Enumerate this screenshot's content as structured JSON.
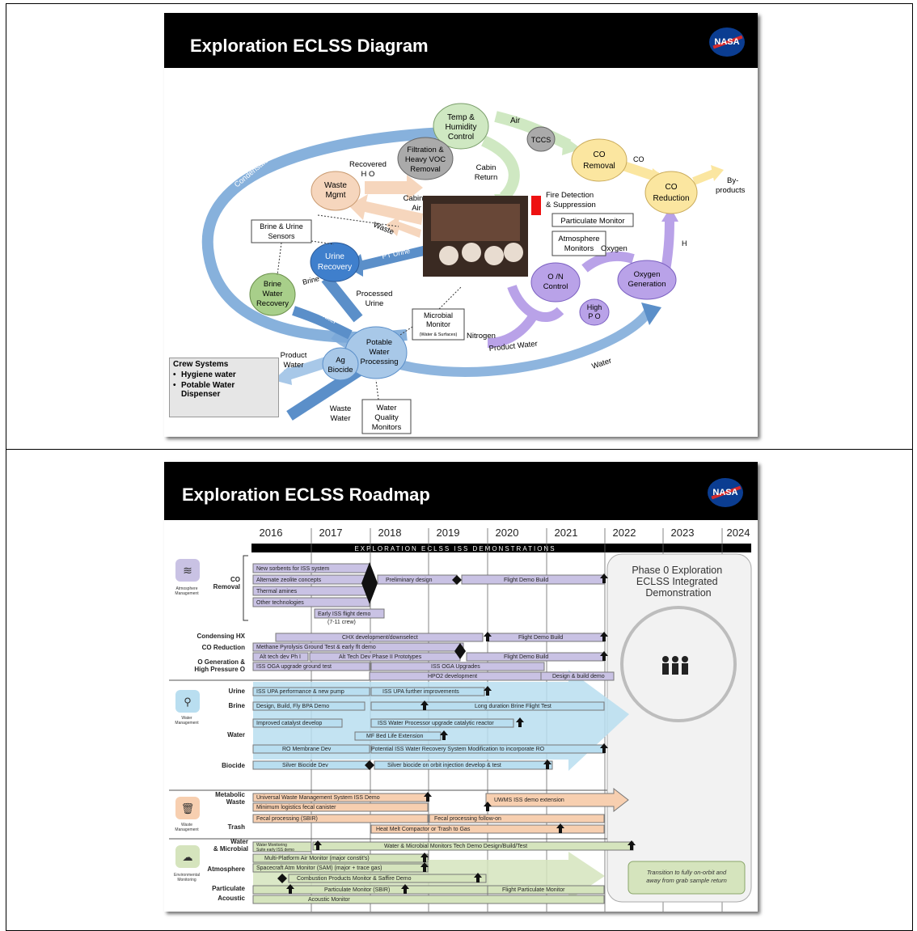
{
  "diagram_slide": {
    "title": "Exploration ECLSS Diagram",
    "logo": "NASA",
    "nodes": {
      "temp_humidity": [
        "Temp &",
        "Humidity",
        "Control"
      ],
      "tccs": "TCCS",
      "co2_removal": [
        "CO",
        "Removal"
      ],
      "co2_reduction": [
        "CO",
        "Reduction"
      ],
      "filtration": [
        "Filtration &",
        "Heavy VOC",
        "Removal"
      ],
      "waste_mgmt": [
        "Waste",
        "Mgmt"
      ],
      "brine_urine_sensors": [
        "Brine & Urine",
        "Sensors"
      ],
      "urine_recovery": [
        "Urine",
        "Recovery"
      ],
      "brine_water_recovery": [
        "Brine",
        "Water",
        "Recovery"
      ],
      "potable_water": [
        "Potable",
        "Water",
        "Processing"
      ],
      "ag_biocide": [
        "Ag",
        "Biocide"
      ],
      "water_quality": [
        "Water",
        "Quality",
        "Monitors"
      ],
      "microbial_monitor": [
        "Microbial",
        "Monitor"
      ],
      "microbial_sub": "(Water & Surfaces)",
      "particulate_monitor": "Particulate Monitor",
      "atmosphere_monitors": [
        "Atmosphere",
        "Monitors"
      ],
      "o2n2_control": [
        "O /N",
        "Control"
      ],
      "high_po2": [
        "High",
        "P O"
      ],
      "oxygen_generation": [
        "Oxygen",
        "Generation"
      ]
    },
    "labels": {
      "air": "Air",
      "co2": "CO",
      "byproducts": [
        "By-",
        "products"
      ],
      "h2": "H",
      "oxygen": "Oxygen",
      "nitrogen": "Nitrogen",
      "product_water": "Product Water",
      "water": "Water",
      "condensate": "Condensate",
      "recovered_h2o": [
        "Recovered",
        "H O"
      ],
      "cabin_return": [
        "Cabin",
        "Return"
      ],
      "cabin_air": [
        "Cabin",
        "Air"
      ],
      "waste": "Waste",
      "pt_urine": "PT Urine",
      "brine": "Brine",
      "brine_water": "Brine water",
      "processed_urine": [
        "Processed",
        "Urine"
      ],
      "product_water_left": [
        "Product",
        "Water"
      ],
      "waste_water": [
        "Waste",
        "Water"
      ],
      "fire_detection": [
        "Fire Detection",
        "& Suppression"
      ]
    },
    "crew_systems": {
      "title": "Crew Systems",
      "items": [
        "Hygiene water",
        "Potable Water Dispenser"
      ]
    }
  },
  "roadmap_slide": {
    "title": "Exploration ECLSS Roadmap",
    "logo": "NASA",
    "years": [
      "2016",
      "2017",
      "2018",
      "2019",
      "2020",
      "2021",
      "2022",
      "2023",
      "2024"
    ],
    "demo_banner": "EXPLORATION ECLSS ISS DEMONSTRATIONS",
    "phase0": [
      "Phase 0 Exploration",
      "ECLSS Integrated",
      "Demonstration"
    ],
    "transition_note": [
      "Transition to fully on-orbit and",
      "away from grab sample return"
    ],
    "categories": [
      {
        "label": [
          "Atmosphere",
          "Management"
        ],
        "color": "#c9c2e4"
      },
      {
        "label": [
          "Water",
          "Management"
        ],
        "color": "#b9def0"
      },
      {
        "label": [
          "Waste",
          "Management"
        ],
        "color": "#f7cfb0"
      },
      {
        "label": [
          "Environmental",
          "Monitoring"
        ],
        "color": "#d5e4bd"
      }
    ],
    "row_labels": {
      "co2_removal": [
        "CO",
        "Removal"
      ],
      "condensing_hx": "Condensing HX",
      "co2_reduction": "CO  Reduction",
      "o2_generation": [
        "O  Generation &",
        "High Pressure O"
      ],
      "urine": "Urine",
      "brine": "Brine",
      "water": "Water",
      "biocide": "Biocide",
      "metabolic_waste": [
        "Metabolic",
        "Waste"
      ],
      "trash": "Trash",
      "water_microbial": [
        "Water",
        "& Microbial"
      ],
      "atmosphere": "Atmosphere",
      "particulate": "Particulate",
      "acoustic": "Acoustic"
    },
    "bars": {
      "co2": [
        "New sorbents for ISS system",
        "Alternate zeolite concepts",
        "Thermal amines",
        "Other technologies"
      ],
      "early_iss": [
        "Early ISS flight demo",
        "(7-11 crew)"
      ],
      "preliminary_design": "Preliminary design",
      "flight_demo_build": "Flight Demo Build",
      "chx": "CHX development/downselect",
      "methane": "Methane Pyrolysis Ground Test & early flt demo",
      "alt_tech_1": "Alt tech dev Ph I",
      "alt_tech_2": "Alt Tech Dev Phase II Prototypes",
      "iss_oga_ground": "ISS OGA upgrade ground test",
      "iss_oga_upgrades": "ISS OGA Upgrades",
      "hpo2": "HPO2 development",
      "design_build": "Design & build demo",
      "urine_1": "ISS UPA performance & new pump",
      "urine_2": "ISS UPA further improvements",
      "brine_1": "Design, Build, Fly BPA Demo",
      "brine_2": "Long duration Brine Flight Test",
      "water_1": "Improved catalyst develop",
      "water_2": "ISS Water Processor upgrade catalytic reactor",
      "water_3": "MF Bed Life Extension",
      "water_4": "RO Membrane Dev",
      "water_5": "Potential ISS Water Recovery System Modification to incorporate RO",
      "biocide_1": "Silver Biocide Dev",
      "biocide_2": "Silver biocide on orbit injection develop & test",
      "waste_1": "Universal Waste Management System ISS Demo",
      "waste_2": "UWMS ISS demo extension",
      "waste_3": "Minimum logistics fecal canister",
      "waste_4": "Fecal processing (SBIR)",
      "waste_5": "Fecal processing follow-on",
      "trash_1": "Heat Melt Compactor or Trash to Gas",
      "wm_1": [
        "Water Monitoring",
        "Suite early ISS demo"
      ],
      "wm_2": "Water & Microbial Monitors Tech Demo Design/Build/Test",
      "atm_1": "Multi-Platform Air Monitor (major constit's)",
      "atm_2": "Spacecraft Atm Monitor (SAM) (major + trace gas)",
      "atm_3": "Combustion Products Monitor & Saffire Demo",
      "part_1": "Particulate Monitor (SBIR)",
      "part_2": "Flight Particulate Monitor",
      "acoustic_1": "Acoustic Monitor"
    }
  }
}
